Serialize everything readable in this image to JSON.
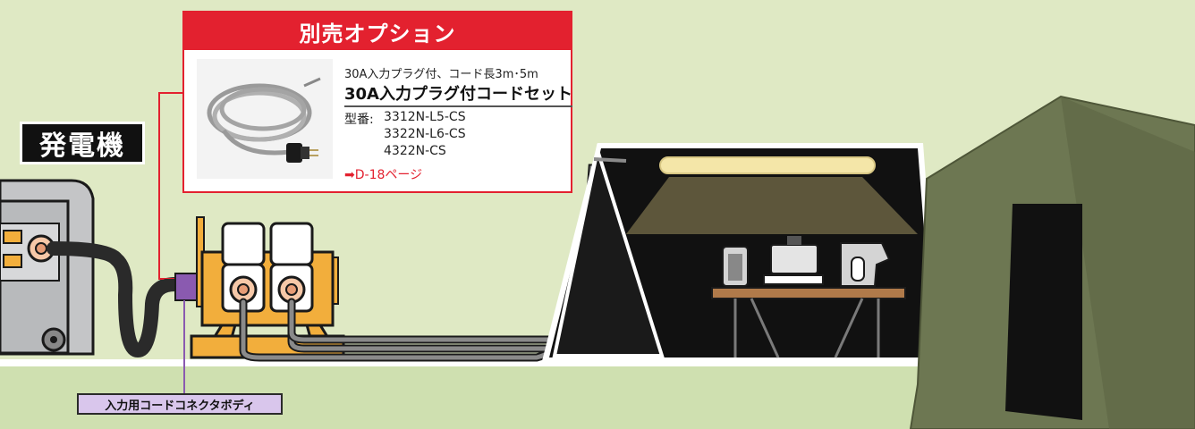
{
  "option_box": {
    "title": "別売オプション",
    "subtitle": "30A入力プラグ付、コード長3m･5m",
    "product_name": "30A入力プラグ付コードセット",
    "model_label": "型番:",
    "models": [
      "3312N-L5-CS",
      "3322N-L6-CS",
      "4322N-CS"
    ],
    "page_ref": "➡D-18ページ"
  },
  "labels": {
    "generator": "発電機",
    "connector_body": "入力用コードコネクタボディ"
  },
  "colors": {
    "background": "#dfe9c4",
    "accent_red": "#e3212f",
    "box_orange": "#f2ae3c",
    "tent_green": "#6d7752",
    "connector_purple": "#8a5ab0",
    "cable_gray": "#3a3a3a"
  }
}
